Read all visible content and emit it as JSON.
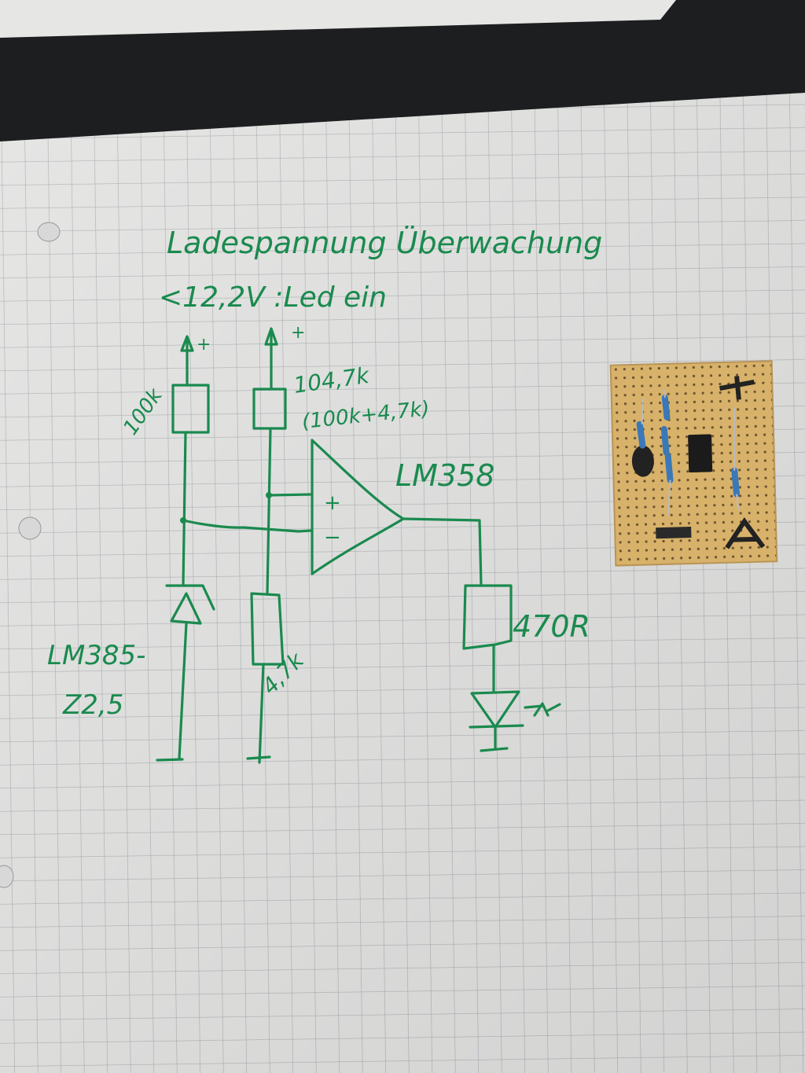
{
  "title": "Ladespannung Überwachung",
  "subtitle": "<12,2V :Led ein",
  "labels": {
    "plus_left": "+",
    "plus_mid": "+",
    "r_top_left": "100k",
    "r_top_mid": "104,7k",
    "r_top_mid_note": "(100k+4,7k)",
    "opamp": "LM358",
    "opamp_plus": "+",
    "opamp_minus": "−",
    "reference": "LM385-",
    "reference_value": "Z2,5",
    "r_bottom_mid": "4,7k",
    "r_led": "470R"
  },
  "colors": {
    "ink": "#1a8a4e",
    "paper": "#efefee",
    "grid": "#b9bcc0",
    "board": "#d8b26a"
  }
}
